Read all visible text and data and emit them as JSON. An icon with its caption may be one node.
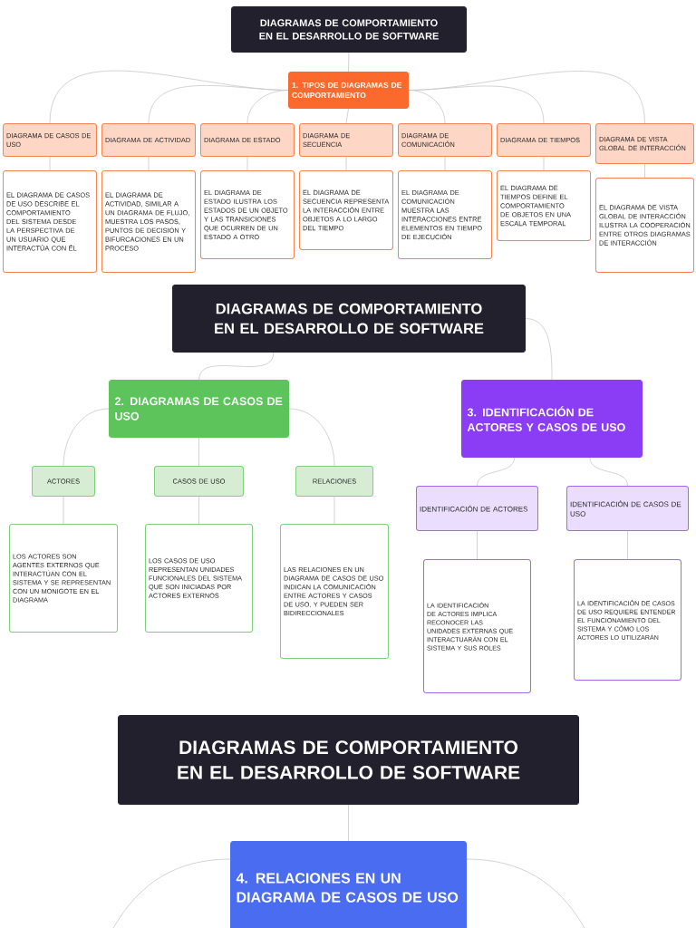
{
  "diagram": {
    "nodes": [
      {
        "text": [
          "DIAGRAMAS DE COMPORTAMIENTO EN EL DESARROLLO DE SOFTWARE"
        ]
      },
      {
        "text": [
          "1. TIPOS DE DIAGRAMAS DE COMPORTAMIENTO"
        ]
      },
      {
        "text": [
          "DIAGRAMA DE CASOS DE USO"
        ]
      },
      {
        "text": [
          "DIAGRAMA DE ACTIVIDAD"
        ]
      },
      {
        "text": [
          "DIAGRAMA DE ESTADO"
        ]
      },
      {
        "text": [
          "DIAGRAMA DE SECUENCIA"
        ]
      },
      {
        "text": [
          "DIAGRAMA DE COMUNICACIÓN"
        ]
      },
      {
        "text": [
          "DIAGRAMA DE TIEMPOS"
        ]
      },
      {
        "text": [
          "DIAGRAMA DE VISTA GLOBAL DE INTERACCIÓN"
        ]
      },
      {
        "text": [
          "EL DIAGRAMA DE CASOS DE USO DESCRIBE EL COMPORTAMIENTO DEL SISTEMA DESDE LA PERSPECTIVA DE UN USUARIO QUE INTERACTÚA CON ÉL"
        ]
      },
      {
        "text": [
          "EL DIAGRAMA DE ACTIVIDAD, SIMILAR A UN DIAGRAMA DE FLUJO, MUESTRA LOS PASOS, PUNTOS DE DECISIÓN Y BIFURCACIONES EN UN PROCESO"
        ]
      },
      {
        "text": [
          "EL DIAGRAMA DE ESTADO ILUSTRA LOS ESTADOS DE UN OBJETO Y LAS TRANSICIONES QUE OCURREN DE UN ESTADO A OTRO"
        ]
      },
      {
        "text": [
          "EL DIAGRAMA DE SECUENCIA REPRESENTA LA INTERACCIÓN ENTRE OBJETOS A LO LARGO DEL TIEMPO"
        ]
      },
      {
        "text": [
          "EL DIAGRAMA DE COMUNICACIÓN MUESTRA LAS INTERACCIONES ENTRE ELEMENTOS EN TIEMPO DE EJECUCIÓN"
        ]
      },
      {
        "text": [
          "EL DIAGRAMA DE TIEMPOS DEFINE EL COMPORTAMIENTO DE OBJETOS EN UNA ESCALA TEMPORAL"
        ]
      },
      {
        "text": [
          "EL DIAGRAMA DE VISTA GLOBAL DE INTERACCIÓN ILUSTRA LA COOPERACIÓN ENTRE OTROS DIAGRAMAS DE INTERACCIÓN"
        ]
      },
      {
        "text": [
          "DIAGRAMAS DE COMPORTAMIENTO EN EL DESARROLLO DE SOFTWARE"
        ]
      },
      {
        "text": [
          "2. DIAGRAMAS DE CASOS DE USO"
        ]
      },
      {
        "text": [
          "3. IDENTIFICACIÓN DE ACTORES Y CASOS DE USO"
        ]
      },
      {
        "text": [
          "ACTORES"
        ]
      },
      {
        "text": [
          "CASOS DE USO"
        ]
      },
      {
        "text": [
          "RELACIONES"
        ]
      },
      {
        "text": [
          "LOS ACTORES SON AGENTES EXTERNOS QUE INTERACTÚAN CON EL SISTEMA Y SE REPRESENTAN CON UN MONIGOTE EN EL DIAGRAMA"
        ]
      },
      {
        "text": [
          "LOS CASOS DE USO REPRESENTAN UNIDADES FUNCIONALES DEL SISTEMA QUE SON INICIADAS POR ACTORES EXTERNOS"
        ]
      },
      {
        "text": [
          "LAS RELACIONES EN UN DIAGRAMA DE CASOS DE USO INDICAN LA COMUNICACIÓN ENTRE ACTORES Y CASOS DE USO, Y PUEDEN SER BIDIRECCIONALES"
        ]
      },
      {
        "text": [
          "IDENTIFICACIÓN DE ACTORES"
        ]
      },
      {
        "text": [
          "IDENTIFICACIÓN DE CASOS DE USO"
        ]
      },
      {
        "text": [
          "LA IDENTIFICACIÓN DE ACTORES IMPLICA RECONOCER LAS UNIDADES EXTERNAS QUE INTERACTUARÁN CON EL SISTEMA Y SUS ROLES"
        ]
      },
      {
        "text": [
          "LA IDENTIFICACIÓN DE CASOS DE USO REQUIERE ENTENDER EL FUNCIONAMIENTO DEL SISTEMA Y CÓMO LOS ACTORES LO UTILIZARÁN"
        ]
      },
      {
        "text": [
          "DIAGRAMAS DE COMPORTAMIENTO EN EL DESARROLLO DE SOFTWARE"
        ]
      },
      {
        "text": [
          "4. RELACIONES EN UN DIAGRAMA DE CASOS DE USO"
        ]
      }
    ],
    "edges": [
      {
        "from": 0,
        "to": 1,
        "arrow": "none"
      },
      {
        "from": 1,
        "to": 2,
        "arrow": "none"
      },
      {
        "from": 1,
        "to": 3,
        "arrow": "none"
      },
      {
        "from": 1,
        "to": 4,
        "arrow": "none"
      },
      {
        "from": 1,
        "to": 5,
        "arrow": "none"
      },
      {
        "from": 1,
        "to": 6,
        "arrow": "none"
      },
      {
        "from": 1,
        "to": 7,
        "arrow": "none"
      },
      {
        "from": 1,
        "to": 8,
        "arrow": "none"
      },
      {
        "from": 2,
        "to": 9,
        "arrow": "none"
      },
      {
        "from": 3,
        "to": 10,
        "arrow": "none"
      },
      {
        "from": 4,
        "to": 11,
        "arrow": "none"
      },
      {
        "from": 5,
        "to": 12,
        "arrow": "none"
      },
      {
        "from": 6,
        "to": 13,
        "arrow": "none"
      },
      {
        "from": 7,
        "to": 14,
        "arrow": "none"
      },
      {
        "from": 8,
        "to": 15,
        "arrow": "none"
      },
      {
        "from": 16,
        "to": 17,
        "arrow": "none"
      },
      {
        "from": 16,
        "to": 18,
        "arrow": "none"
      },
      {
        "from": 17,
        "to": 19,
        "arrow": "none"
      },
      {
        "from": 17,
        "to": 20,
        "arrow": "none"
      },
      {
        "from": 17,
        "to": 21,
        "arrow": "none"
      },
      {
        "from": 19,
        "to": 22,
        "arrow": "none"
      },
      {
        "from": 20,
        "to": 23,
        "arrow": "none"
      },
      {
        "from": 21,
        "to": 24,
        "arrow": "none"
      },
      {
        "from": 18,
        "to": 25,
        "arrow": "none"
      },
      {
        "from": 18,
        "to": 26,
        "arrow": "none"
      },
      {
        "from": 25,
        "to": 27,
        "arrow": "none"
      },
      {
        "from": 26,
        "to": 28,
        "arrow": "none"
      },
      {
        "from": 29,
        "to": 30,
        "arrow": "none"
      },
      {
        "from": 30,
        "to": null,
        "arrow": "none"
      },
      {
        "from": 30,
        "to": null,
        "arrow": "none"
      }
    ]
  }
}
